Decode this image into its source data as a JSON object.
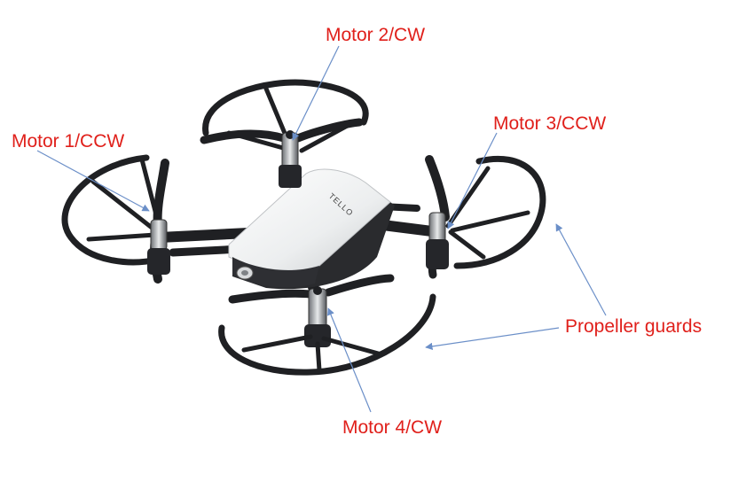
{
  "labels": {
    "motor1": "Motor 1/CCW",
    "motor2": "Motor 2/CW",
    "motor3": "Motor 3/CCW",
    "motor4": "Motor 4/CW",
    "guards": "Propeller guards"
  },
  "body_text": "TELLO",
  "colors": {
    "label": "#e0201b",
    "arrow": "#6b8fc8",
    "frame": "#1f2023",
    "shell": "#f4f5f6"
  }
}
